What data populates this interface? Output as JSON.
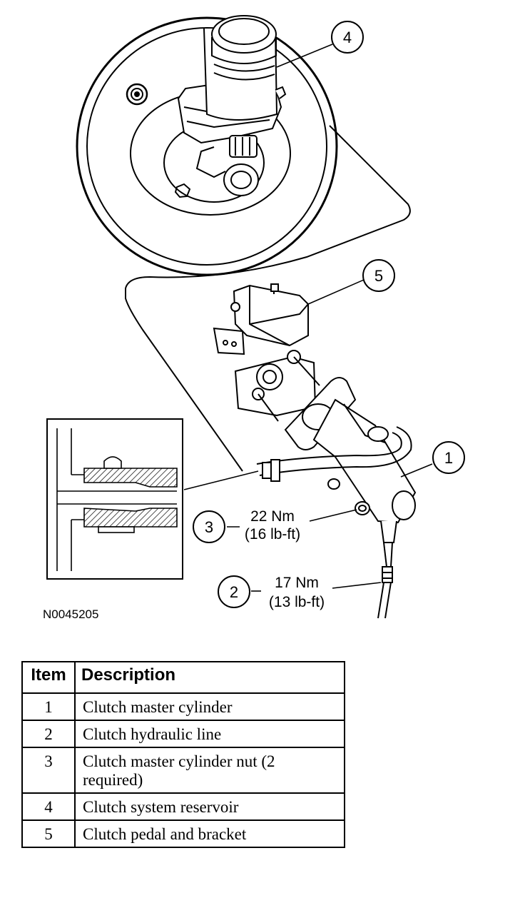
{
  "diagram": {
    "figure_id": "N0045205",
    "callouts": [
      {
        "id": "1",
        "label": "1"
      },
      {
        "id": "2",
        "label": "2"
      },
      {
        "id": "3",
        "label": "3"
      },
      {
        "id": "4",
        "label": "4"
      },
      {
        "id": "5",
        "label": "5"
      }
    ],
    "torque_specs": {
      "nut": {
        "metric": "22 Nm",
        "imperial": "(16 lb-ft)"
      },
      "line": {
        "metric": "17 Nm",
        "imperial": "(13 lb-ft)"
      }
    }
  },
  "legend": {
    "headers": {
      "item": "Item",
      "description": "Description"
    },
    "rows": [
      {
        "item": "1",
        "description": "Clutch master cylinder"
      },
      {
        "item": "2",
        "description": "Clutch hydraulic line"
      },
      {
        "item": "3",
        "description": "Clutch master cylinder nut (2 required)"
      },
      {
        "item": "4",
        "description": "Clutch system reservoir"
      },
      {
        "item": "5",
        "description": "Clutch pedal and bracket"
      }
    ]
  }
}
